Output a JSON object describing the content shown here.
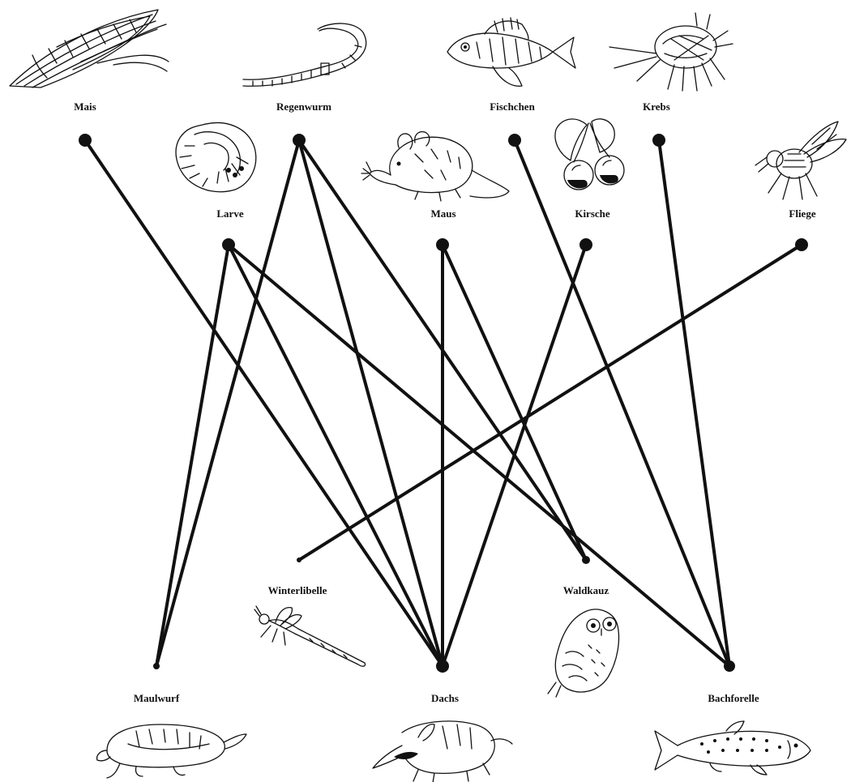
{
  "organisms": {
    "mais": {
      "label": "Mais",
      "icon": "corn-cob-icon"
    },
    "regenwurm": {
      "label": "Regenwurm",
      "icon": "earthworm-icon"
    },
    "fischchen": {
      "label": "Fischchen",
      "icon": "small-fish-icon"
    },
    "krebs": {
      "label": "Krebs",
      "icon": "crustacean-icon"
    },
    "larve": {
      "label": "Larve",
      "icon": "grub-larva-icon"
    },
    "maus": {
      "label": "Maus",
      "icon": "mouse-icon"
    },
    "kirsche": {
      "label": "Kirsche",
      "icon": "cherries-icon"
    },
    "fliege": {
      "label": "Fliege",
      "icon": "fly-icon"
    },
    "winterlibelle": {
      "label": "Winterlibelle",
      "icon": "damselfly-icon"
    },
    "waldkauz": {
      "label": "Waldkauz",
      "icon": "owl-icon"
    },
    "maulwurf": {
      "label": "Maulwurf",
      "icon": "mole-icon"
    },
    "dachs": {
      "label": "Dachs",
      "icon": "badger-icon"
    },
    "bachforelle": {
      "label": "Bachforelle",
      "icon": "trout-icon"
    }
  },
  "links": [
    {
      "from": "mais",
      "to": "dachs"
    },
    {
      "from": "regenwurm",
      "to": "maulwurf"
    },
    {
      "from": "regenwurm",
      "to": "dachs"
    },
    {
      "from": "regenwurm",
      "to": "waldkauz"
    },
    {
      "from": "larve",
      "to": "maulwurf"
    },
    {
      "from": "larve",
      "to": "dachs"
    },
    {
      "from": "larve",
      "to": "bachforelle"
    },
    {
      "from": "maus",
      "to": "dachs"
    },
    {
      "from": "maus",
      "to": "waldkauz"
    },
    {
      "from": "kirsche",
      "to": "dachs"
    },
    {
      "from": "fischchen",
      "to": "bachforelle"
    },
    {
      "from": "krebs",
      "to": "bachforelle"
    },
    {
      "from": "fliege",
      "to": "winterlibelle"
    }
  ],
  "colors": {
    "ink": "#111111",
    "background": "#ffffff"
  }
}
